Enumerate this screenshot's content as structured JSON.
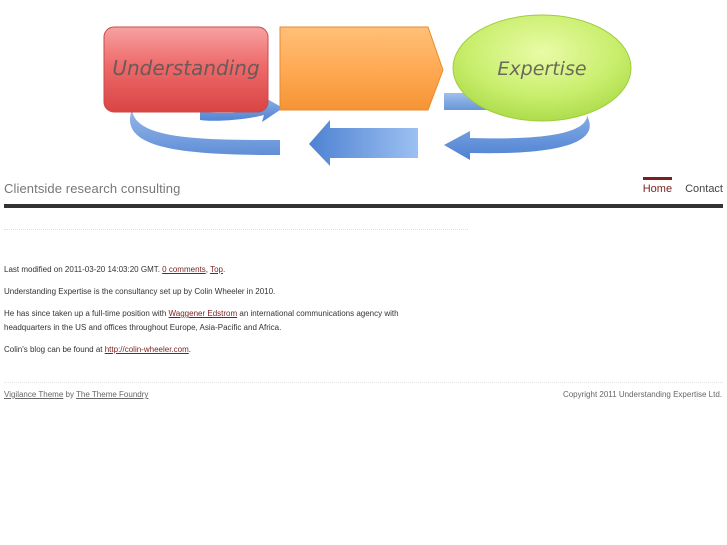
{
  "banner": {
    "left_box_label": "Understanding",
    "right_ellipse_label": "Expertise",
    "colors": {
      "red_box": "#e55a5a",
      "orange_arrow": "#ffa64d",
      "green_ellipse": "#c9ef6a",
      "blue_arrows": "#5b8fd8"
    }
  },
  "header": {
    "site_description": "Clientside research consulting",
    "nav": [
      {
        "label": "Home",
        "active": true
      },
      {
        "label": "Contact",
        "active": false
      }
    ]
  },
  "post": {
    "meta": {
      "prefix": "Last modified on 2011-03-20 14:03:20 GMT. ",
      "comments_link": "0 comments",
      "separator": ", ",
      "top_link": "Top",
      "suffix": "."
    },
    "paragraph1": "Understanding Expertise is the consultancy set up by Colin Wheeler in 2010.",
    "paragraph2": {
      "before": "He has since taken up a full-time position with ",
      "link": "Waggener Edstrom",
      "after": " an international communications agency with headquarters in the US and offices throughout Europe, Asia-Pacific and Africa."
    },
    "paragraph3": {
      "before": "Colin's blog can be found at ",
      "link": "http://colin-wheeler.com",
      "after": "."
    }
  },
  "footer": {
    "theme_link": "Vigilance Theme",
    "by": " by ",
    "foundry_link": "The Theme Foundry",
    "copyright": "Copyright 2011 Understanding Expertise Ltd."
  },
  "colors": {
    "accent": "#7a1f1f",
    "rule": "#333333",
    "text": "#333333",
    "muted": "#777777"
  }
}
